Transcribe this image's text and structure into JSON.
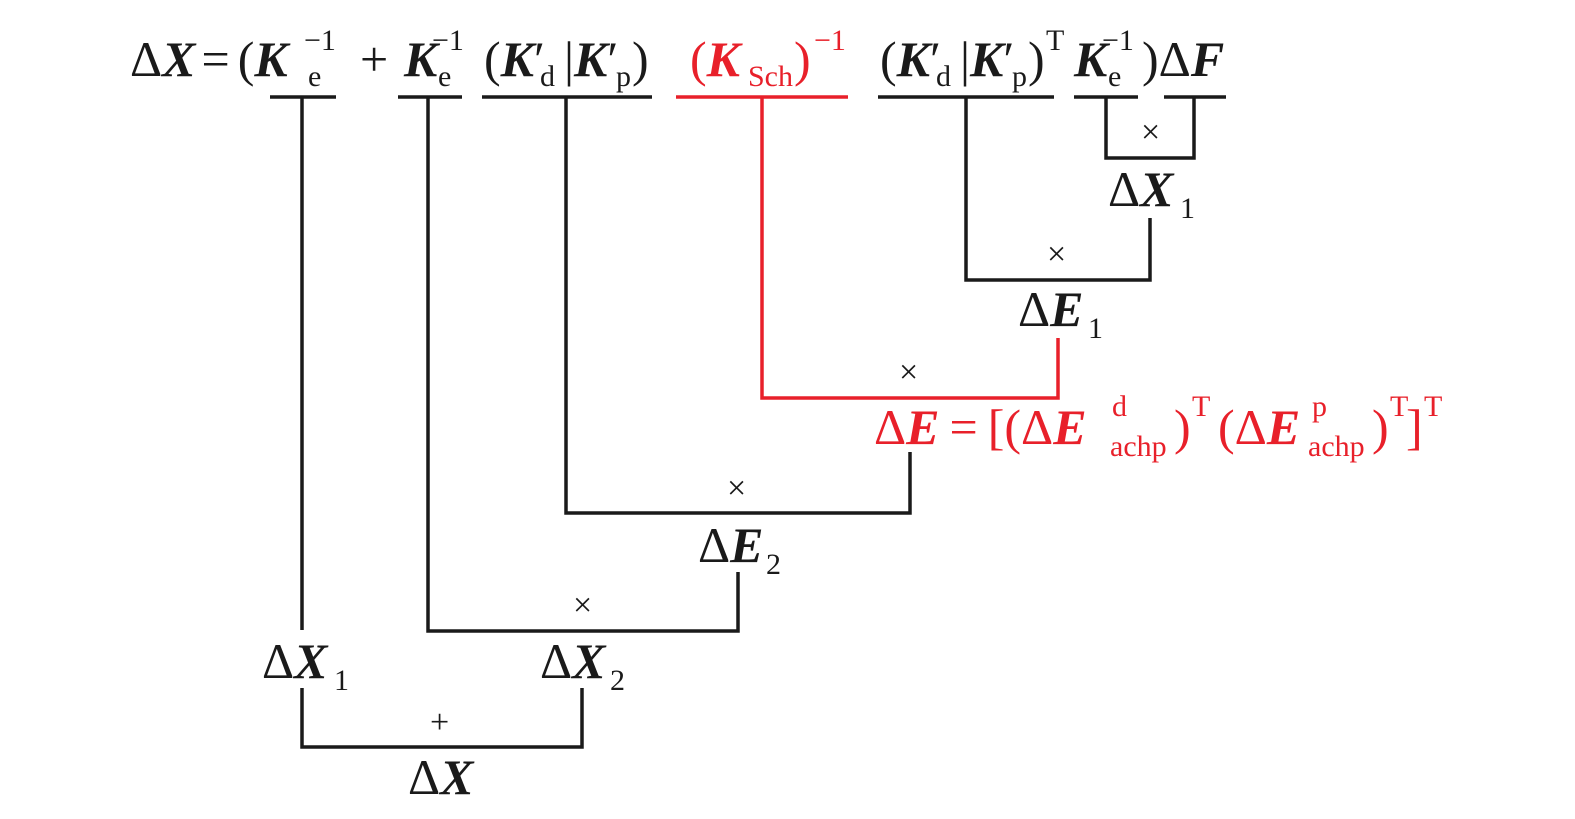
{
  "equation": {
    "prefix": "ΔX = (",
    "ke_inv_1": "K",
    "plus": "+",
    "ke_inv_2": "K",
    "kd_kp_pair": "(K′d |K′p)",
    "ksch_inv": "(KSch)−1",
    "kd_kp_transpose": "(K′d |K′p)T",
    "ke_inv_3": "K",
    "delta_f": ")ΔF",
    "sub_e": "e",
    "sup_inv": "−1",
    "sub_d": "d",
    "sub_p": "p",
    "sub_sch": "Sch",
    "sup_t": "T"
  },
  "nodes": {
    "delta_x1_top": {
      "main": "ΔX",
      "sub": "1"
    },
    "delta_e1": {
      "main": "ΔE",
      "sub": "1"
    },
    "delta_e": {
      "main": "ΔE = [(ΔE",
      "sup_d": "d",
      "sub_achp": "achp",
      "sup_t": "T",
      "sup_p": "p"
    },
    "delta_e2": {
      "main": "ΔE",
      "sub": "2"
    },
    "delta_x1_bottom": {
      "main": "ΔX",
      "sub": "1"
    },
    "delta_x2": {
      "main": "ΔX",
      "sub": "2"
    },
    "delta_x_result": {
      "main": "ΔX"
    }
  },
  "operators": {
    "times": "×",
    "plus": "+"
  },
  "colors": {
    "black": "#1a1a1a",
    "red": "#e8202a"
  }
}
